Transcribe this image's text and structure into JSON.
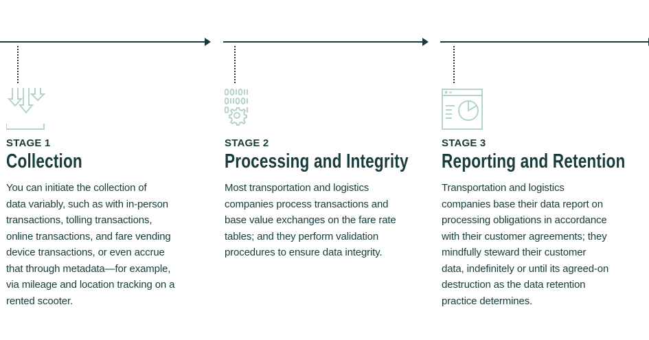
{
  "colors": {
    "primary": "#163b3a",
    "icon": "#b5d3cb"
  },
  "stages": [
    {
      "label": "STAGE 1",
      "title": "Collection",
      "icon": "download-arrows-icon",
      "lines": [
        "You can initiate the collection of",
        "data variably, such as with in-person",
        "transactions, tolling transactions,",
        "online transactions, and fare vending",
        "device transactions, or even accrue",
        "that through metadata—for example,",
        "via mileage and location tracking on a",
        "rented scooter."
      ]
    },
    {
      "label": "STAGE 2",
      "title": "Processing and Integrity",
      "icon": "binary-gear-icon",
      "lines": [
        "Most transportation and logistics",
        "companies process transactions and",
        "base value exchanges on the fare rate",
        "tables; and they perform validation",
        "procedures to ensure data integrity."
      ]
    },
    {
      "label": "STAGE 3",
      "title": "Reporting and Retention",
      "icon": "report-window-pie-icon",
      "lines": [
        "Transportation and logistics",
        "companies base their data report on",
        "processing obligations in accordance",
        "with their customer agreements; they",
        "mindfully steward their customer",
        "data, indefinitely or until its agreed-on",
        "destruction as the data retention",
        "practice determines."
      ]
    }
  ]
}
